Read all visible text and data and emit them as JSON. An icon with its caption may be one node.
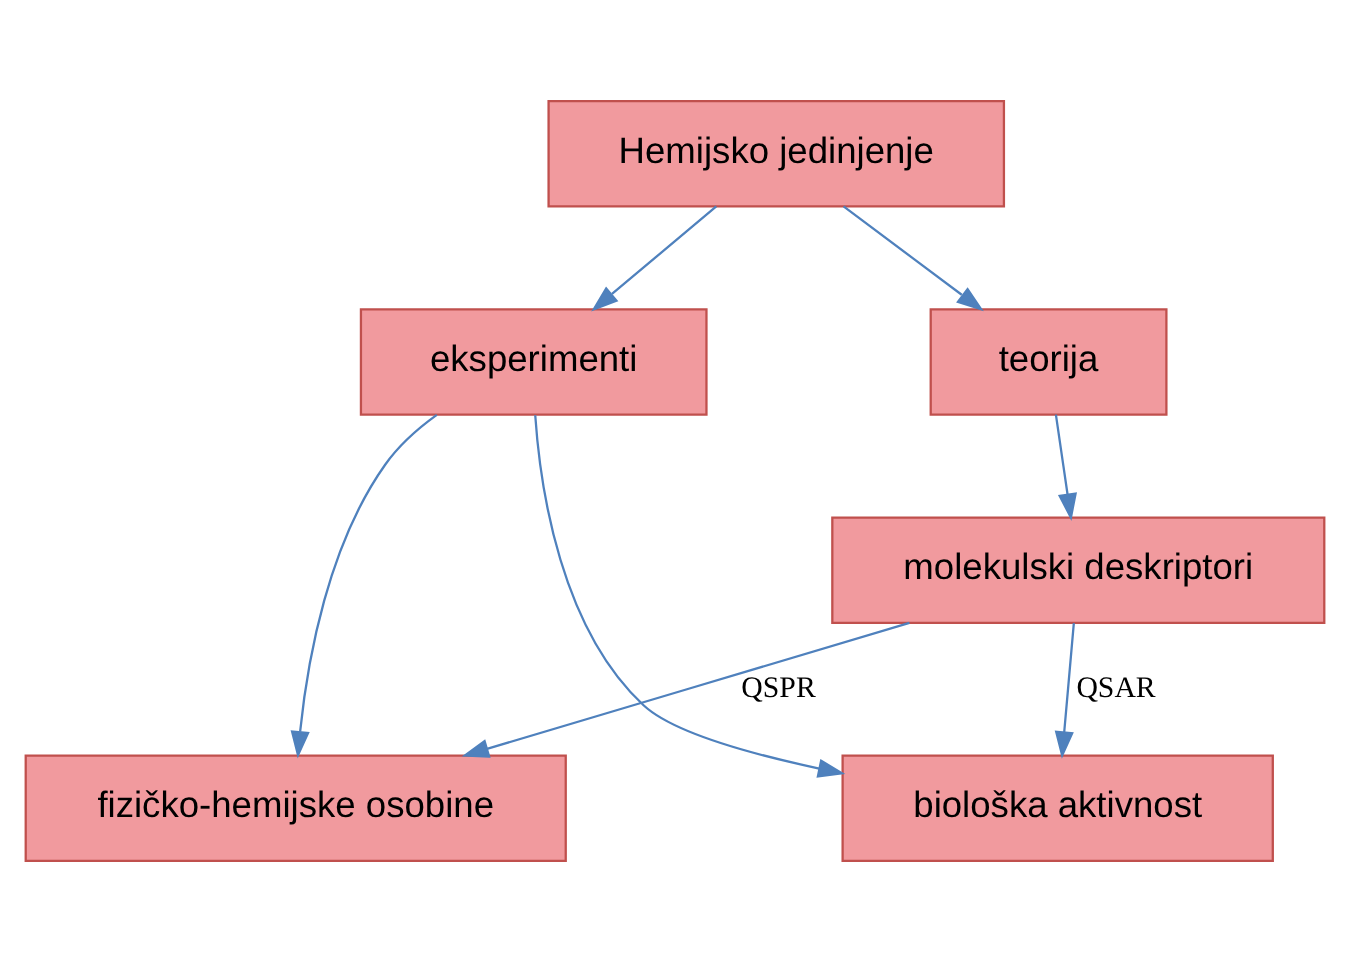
{
  "diagram": {
    "nodes": [
      {
        "text": [
          "Hemijsko jedinjenje"
        ]
      },
      {
        "text": [
          "eksperimenti"
        ]
      },
      {
        "text": [
          "teorija"
        ]
      },
      {
        "text": [
          "molekulski deskriptori"
        ]
      },
      {
        "text": [
          "fizičko-hemijske osobine"
        ]
      },
      {
        "text": [
          "biološka aktivnost"
        ]
      }
    ],
    "edges": [
      {
        "from": 0,
        "to": 1,
        "arrow": "to"
      },
      {
        "from": 0,
        "to": 2,
        "arrow": "to"
      },
      {
        "from": 1,
        "to": 4,
        "arrow": "to"
      },
      {
        "from": 1,
        "to": 5,
        "arrow": "to"
      },
      {
        "from": 2,
        "to": 3,
        "arrow": "to"
      },
      {
        "from": 3,
        "to": 4,
        "arrow": "to",
        "label": "QSPR"
      },
      {
        "from": 3,
        "to": 5,
        "arrow": "to",
        "label": "QSAR"
      }
    ]
  }
}
